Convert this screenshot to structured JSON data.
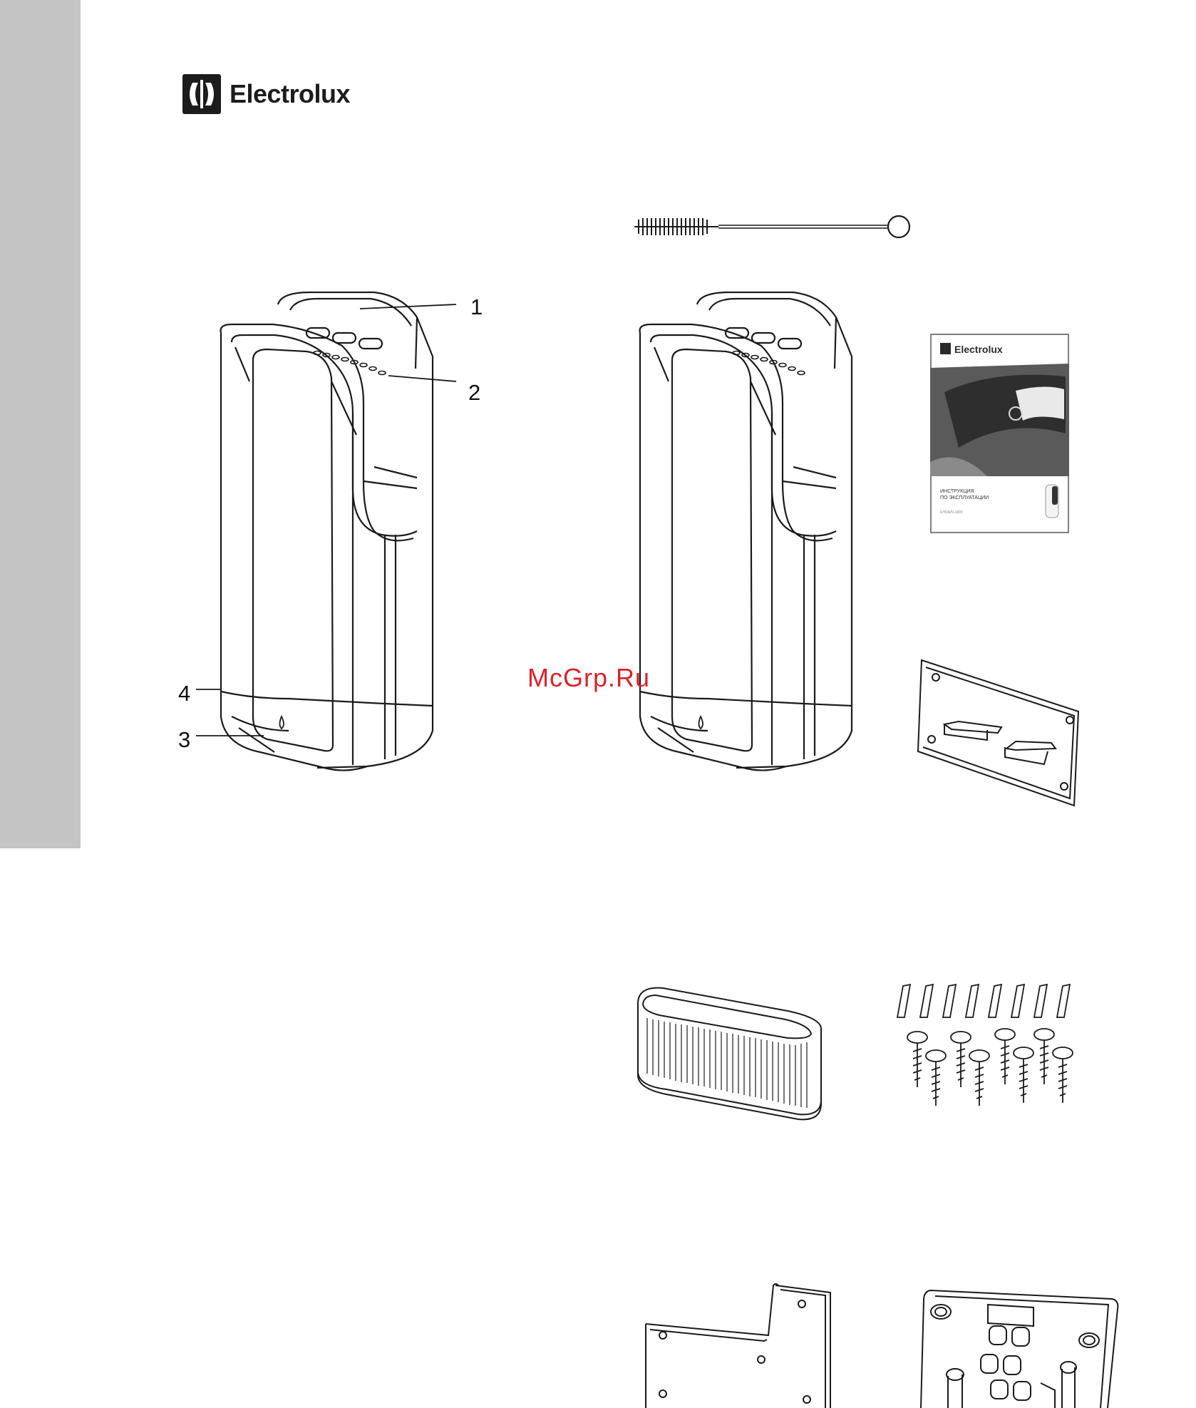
{
  "brand": {
    "name": "Electrolux"
  },
  "callouts": [
    "1",
    "2",
    "3",
    "4"
  ],
  "watermark": "McGrp.Ru",
  "manual": {
    "brand": "Electrolux",
    "title_line1": "ИНСТРУКЦИЯ",
    "title_line2": "ПО ЭКСПЛУАТАЦИИ",
    "model": "EHDA/N-1800"
  },
  "colors": {
    "sidebar": "#c4c4c4",
    "line": "#1a1a1a",
    "watermark": "#d8232a"
  }
}
